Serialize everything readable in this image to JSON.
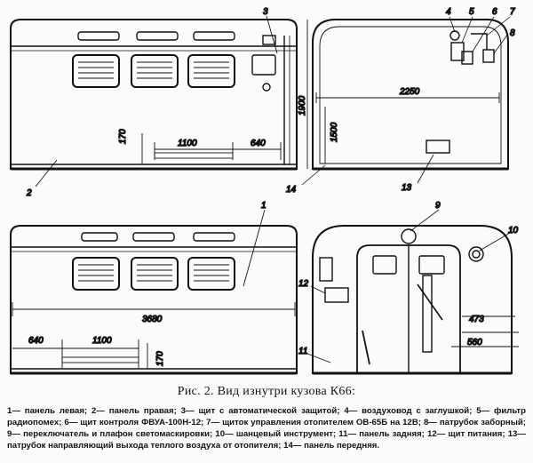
{
  "figure": {
    "caption": "Рис. 2. Вид изнутри кузова К66:",
    "legend": "1— панель левая; 2— панель правая; 3— щит с автоматической защитой; 4— воздуховод с заглушкой; 5— фильтр радиопомех; 6— щит контроля ФВУА-100Н-12; 7— щиток управления отопителем ОВ-65Б на 12В; 8— патрубок заборный; 9— переключатель и плафон светомаскировки; 10— шанцевый инструмент; 11— панель задняя; 12— щит питания; 13— патрубок направляющий выхода теплого воздуха от отопителя; 14— панель передняя."
  },
  "callouts": {
    "c1": "1",
    "c2": "2",
    "c3": "3",
    "c4": "4",
    "c5": "5",
    "c6": "6",
    "c7": "7",
    "c8": "8",
    "c9": "9",
    "c10": "10",
    "c11": "11",
    "c12": "12",
    "c13": "13",
    "c14": "14"
  },
  "dimensions": {
    "top_height_170": "170",
    "top_width_1100": "1100",
    "top_offset_640": "640",
    "end_height_1900": "1900",
    "end_height_1500": "1500",
    "end_width_2250": "2250",
    "bottom_length_3680": "3680",
    "bottom_offset_640": "640",
    "bottom_width_1100": "1100",
    "bottom_height_170": "170",
    "rear_473": "473",
    "rear_560": "560"
  }
}
